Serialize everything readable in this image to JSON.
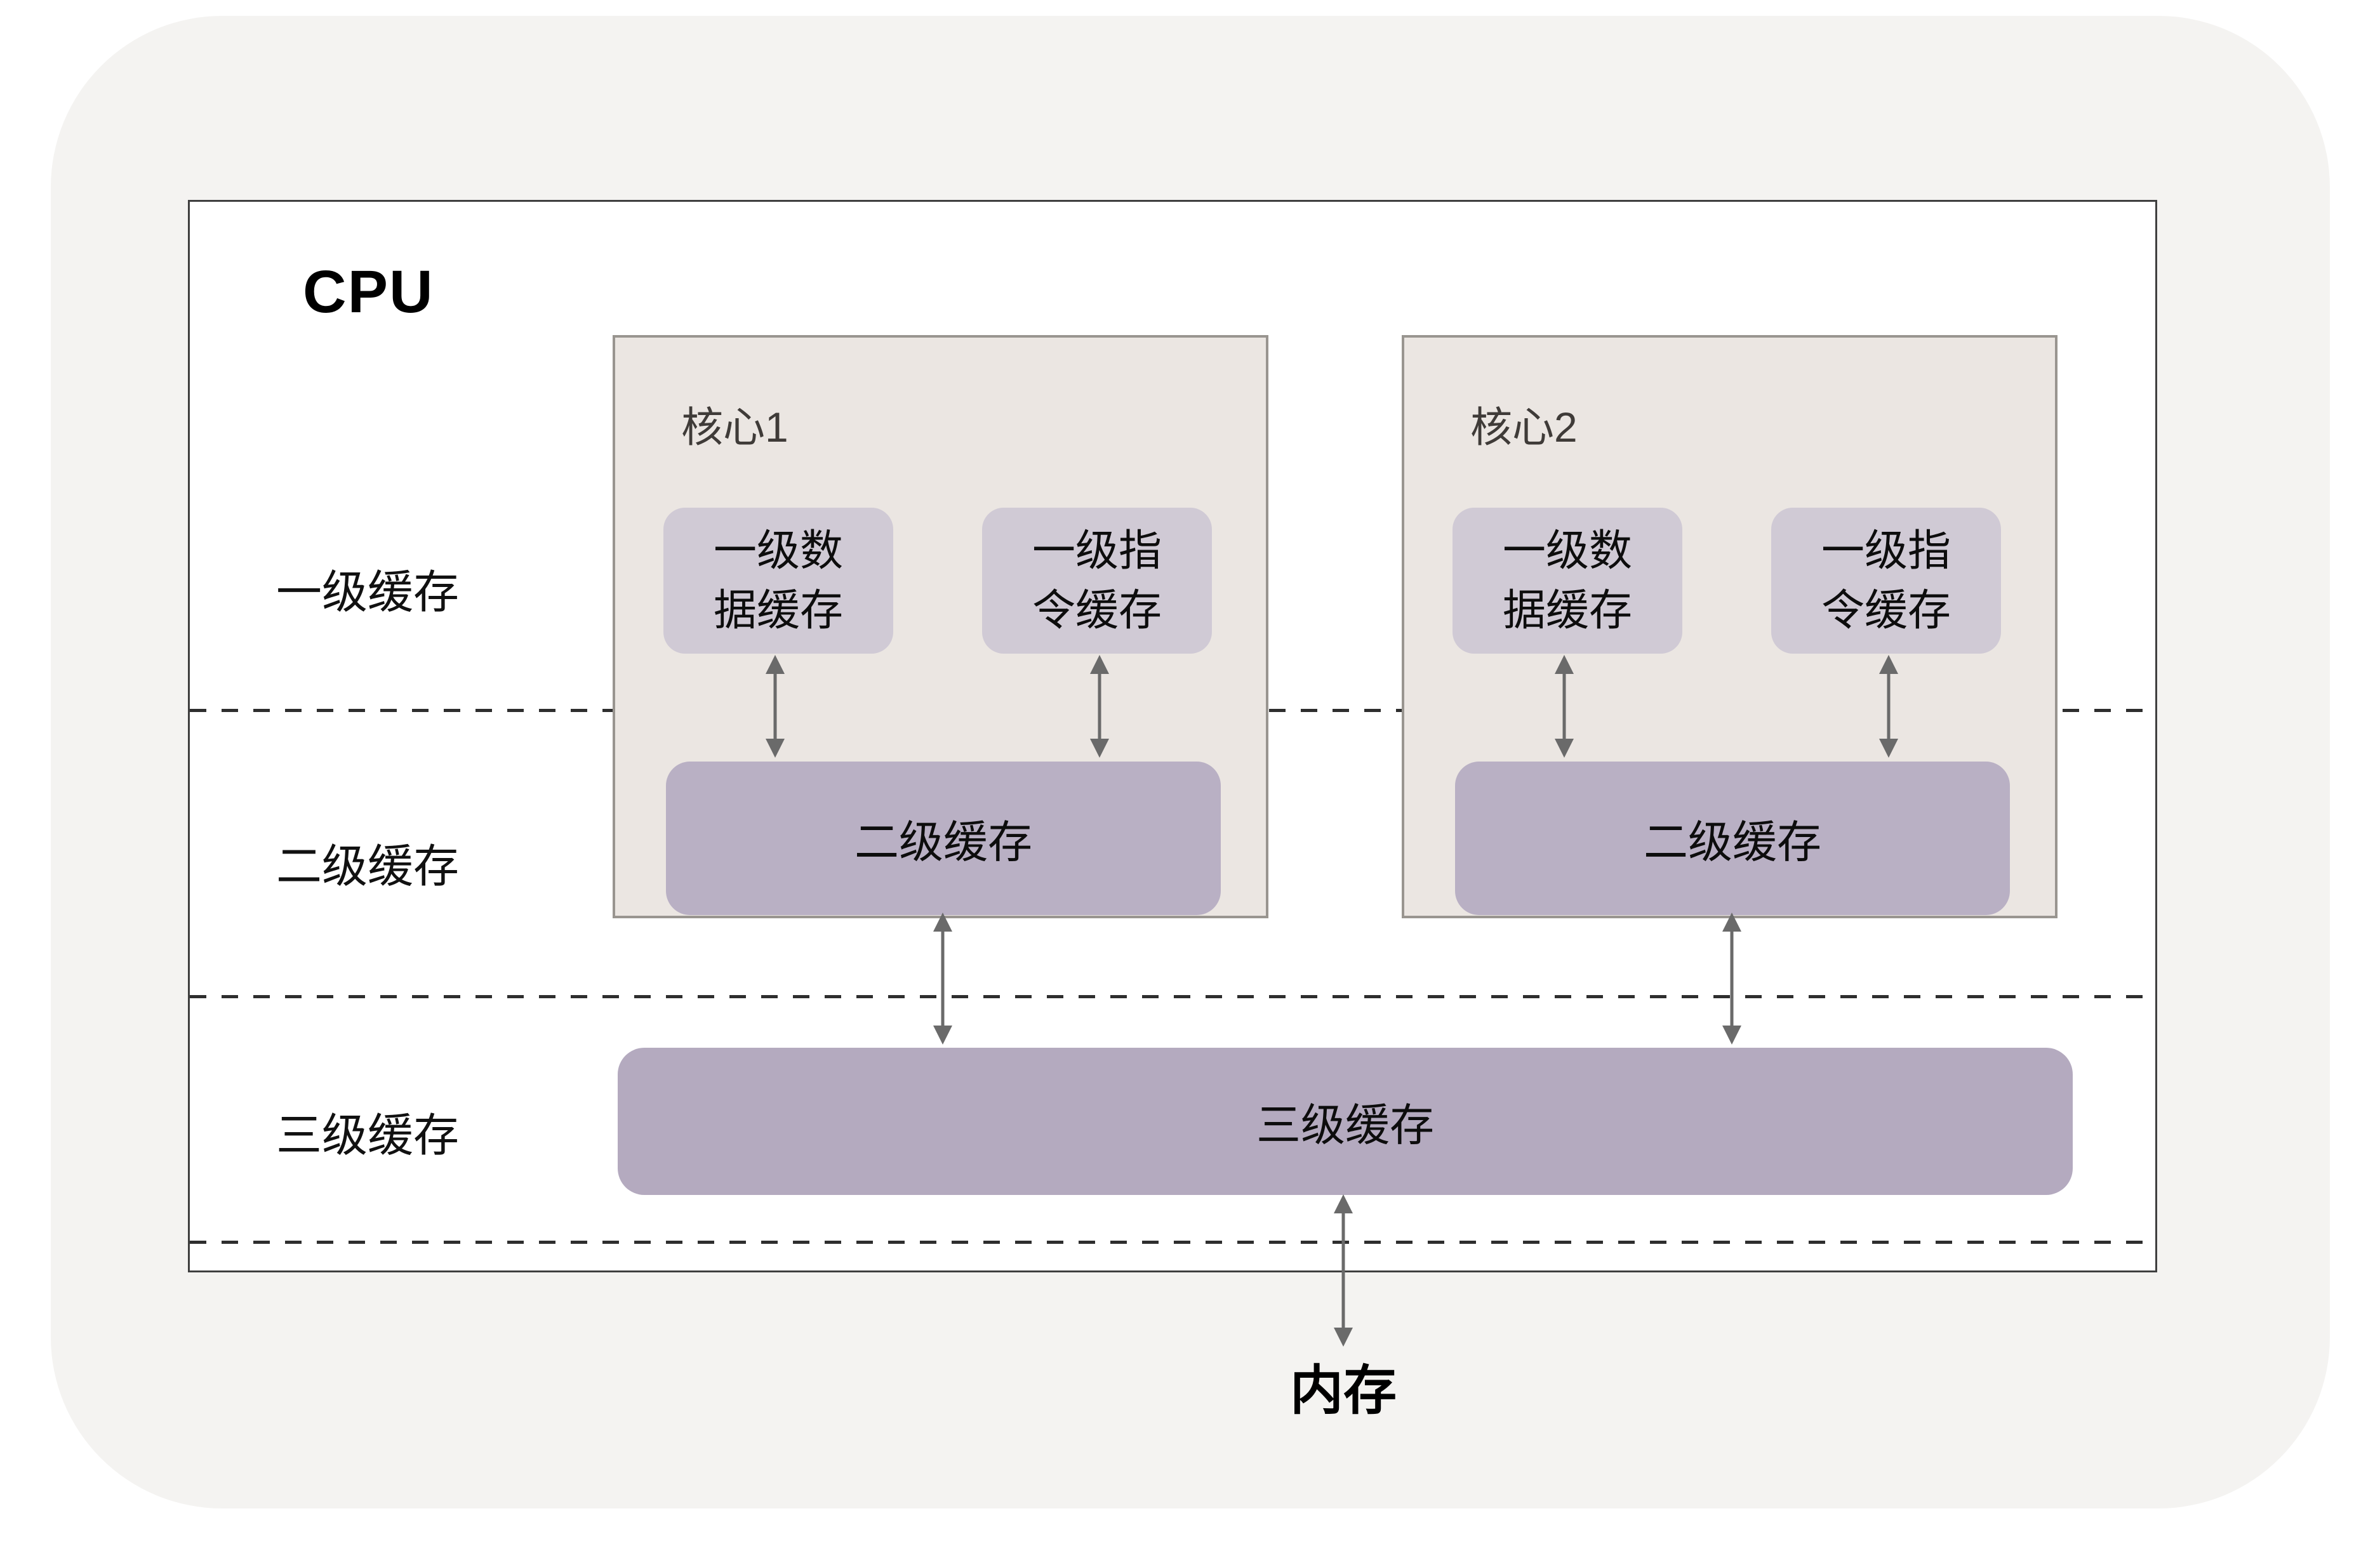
{
  "cpu": {
    "title": "CPU"
  },
  "row_labels": [
    {
      "label": "一级缓存"
    },
    {
      "label": "二级缓存"
    },
    {
      "label": "三级缓存"
    }
  ],
  "cores": [
    {
      "title": "核心1",
      "l1_data_line1": "一级数",
      "l1_data_line2": "据缓存",
      "l1_instr_line1": "一级指",
      "l1_instr_line2": "令缓存",
      "l2_label": "二级缓存"
    },
    {
      "title": "核心2",
      "l1_data_line1": "一级数",
      "l1_data_line2": "据缓存",
      "l1_instr_line1": "一级指",
      "l1_instr_line2": "令缓存",
      "l2_label": "二级缓存"
    }
  ],
  "l3": {
    "label": "三级缓存"
  },
  "memory": {
    "label": "内存"
  },
  "colors": {
    "page_background": "#ffffff",
    "panel_background": "#f4f3f1",
    "cpu_fill": "#ffffff",
    "cpu_border": "#3f3f3f",
    "core_fill": "#ebe6e2",
    "core_border": "#999590",
    "l1_fill": "#d0cad5",
    "l2_fill": "#b9b0c4",
    "l3_fill": "#b4aabf",
    "dashed_line": "#2e2e2e",
    "arrow": "#6a6a6a",
    "text": "#111111"
  }
}
